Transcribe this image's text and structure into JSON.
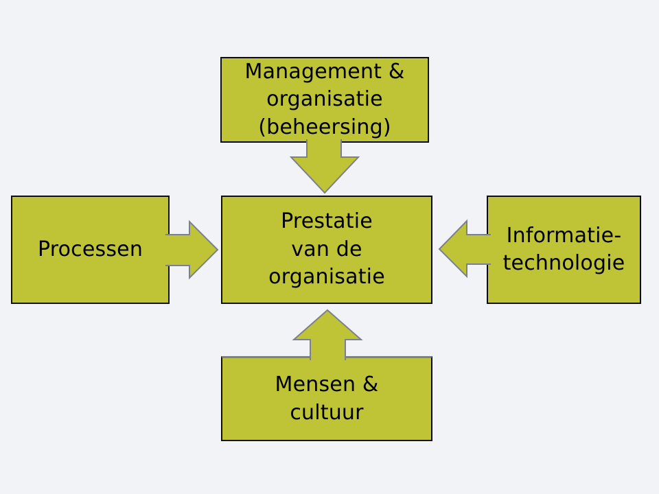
{
  "diagram": {
    "type": "block-diagram",
    "background_color": "#f2f3f6",
    "node_fill_color": "#bfc437",
    "node_border_color": "#0d0d0d",
    "arrow_outline_color": "#7b808c",
    "text_color": "#000000"
  },
  "nodes": {
    "top": {
      "label": "Management &\norganisatie\n(beheersing)"
    },
    "left": {
      "label": "Processen"
    },
    "center": {
      "label": "Prestatie\nvan de\norganisatie"
    },
    "right": {
      "label": "Informatie-\ntechnologie"
    },
    "bottom": {
      "label": "Mensen &\ncultuur"
    }
  },
  "arrows": [
    {
      "from": "top",
      "to": "center",
      "direction": "down"
    },
    {
      "from": "left",
      "to": "center",
      "direction": "right"
    },
    {
      "from": "right",
      "to": "center",
      "direction": "left"
    },
    {
      "from": "bottom",
      "to": "center",
      "direction": "up"
    }
  ]
}
